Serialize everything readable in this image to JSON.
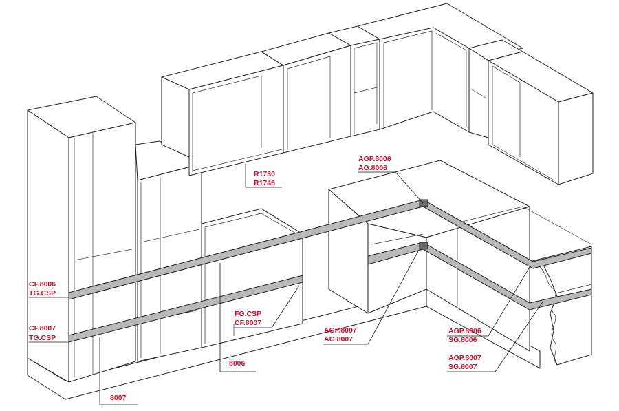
{
  "labels": {
    "r1730": "R1730",
    "r1746": "R1746",
    "agp8006_top": "AGP.8006",
    "ag8006": "AG.8006",
    "cf8006": "CF.8006",
    "tgcsp_1": "TG.CSP",
    "cf8007": "CF.8007",
    "tgcsp_2": "TG.CSP",
    "fgcsp": "FG.CSP",
    "cf8007_mid": "CF.8007",
    "agp8007_mid": "AGP.8007",
    "ag8007": "AG.8007",
    "agp8006_right": "AGP.8006",
    "sg8006": "SG.8006",
    "agp8007_right": "AGP.8007",
    "sg8007": "SG.8007",
    "n8006": "8006",
    "n8007": "8007"
  },
  "colors": {
    "label": "#c8102e",
    "line": "#222222",
    "rail": "#b9b9b9"
  }
}
